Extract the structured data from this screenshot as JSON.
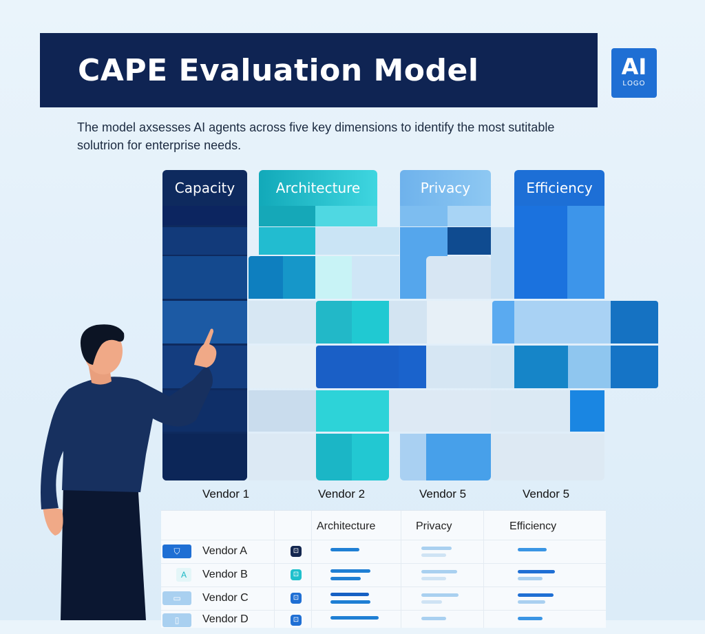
{
  "title": "CAPE Evaluation Model",
  "logo": {
    "main": "AI",
    "sub": "LOGO"
  },
  "description": "The model axsesses AI agents across five key dimensions to identify the most sutitable solutrion for enterprise needs.",
  "columns": [
    "Capacity",
    "Architecture",
    "Privacy",
    "Efficiency"
  ],
  "vendor_labels": [
    "Vendor 1",
    "Vendor 2",
    "Vendor 5",
    "Vendor 5"
  ],
  "table": {
    "headers": [
      "Architecture",
      "Privacy",
      "Efficiency"
    ],
    "rows": [
      {
        "icon": "shield-icon",
        "glyph": "⛉",
        "name": "Vendor A",
        "mini": "⊡"
      },
      {
        "icon": "letter-a-icon",
        "glyph": "A",
        "name": "Vendor B",
        "mini": "⊡"
      },
      {
        "icon": "folder-icon",
        "glyph": "▭",
        "name": "Vendor C",
        "mini": "⊡"
      },
      {
        "icon": "document-icon",
        "glyph": "▯",
        "name": "Vendor D",
        "mini": "⊡"
      }
    ]
  },
  "colors": {
    "navy": "#0f2453",
    "capacity": "#0e2a5e",
    "architecture": "#19b7c4",
    "privacy": "#6fb6ee",
    "efficiency": "#1d6fd6"
  }
}
